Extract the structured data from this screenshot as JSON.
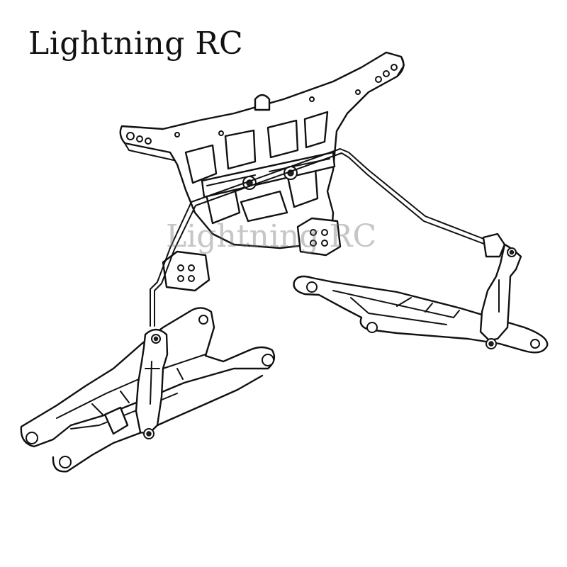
{
  "brand": {
    "text": "Lightning RC"
  },
  "watermark": {
    "text": "Lightning RC"
  },
  "diagram": {
    "parts": [
      "rear-shock-tower",
      "anti-roll-bar",
      "left-suspension-arm",
      "right-suspension-arm",
      "left-shock-absorber",
      "right-shock-absorber"
    ],
    "colors": {
      "line": "#111111",
      "background": "#ffffff",
      "watermark": "#787878"
    }
  }
}
